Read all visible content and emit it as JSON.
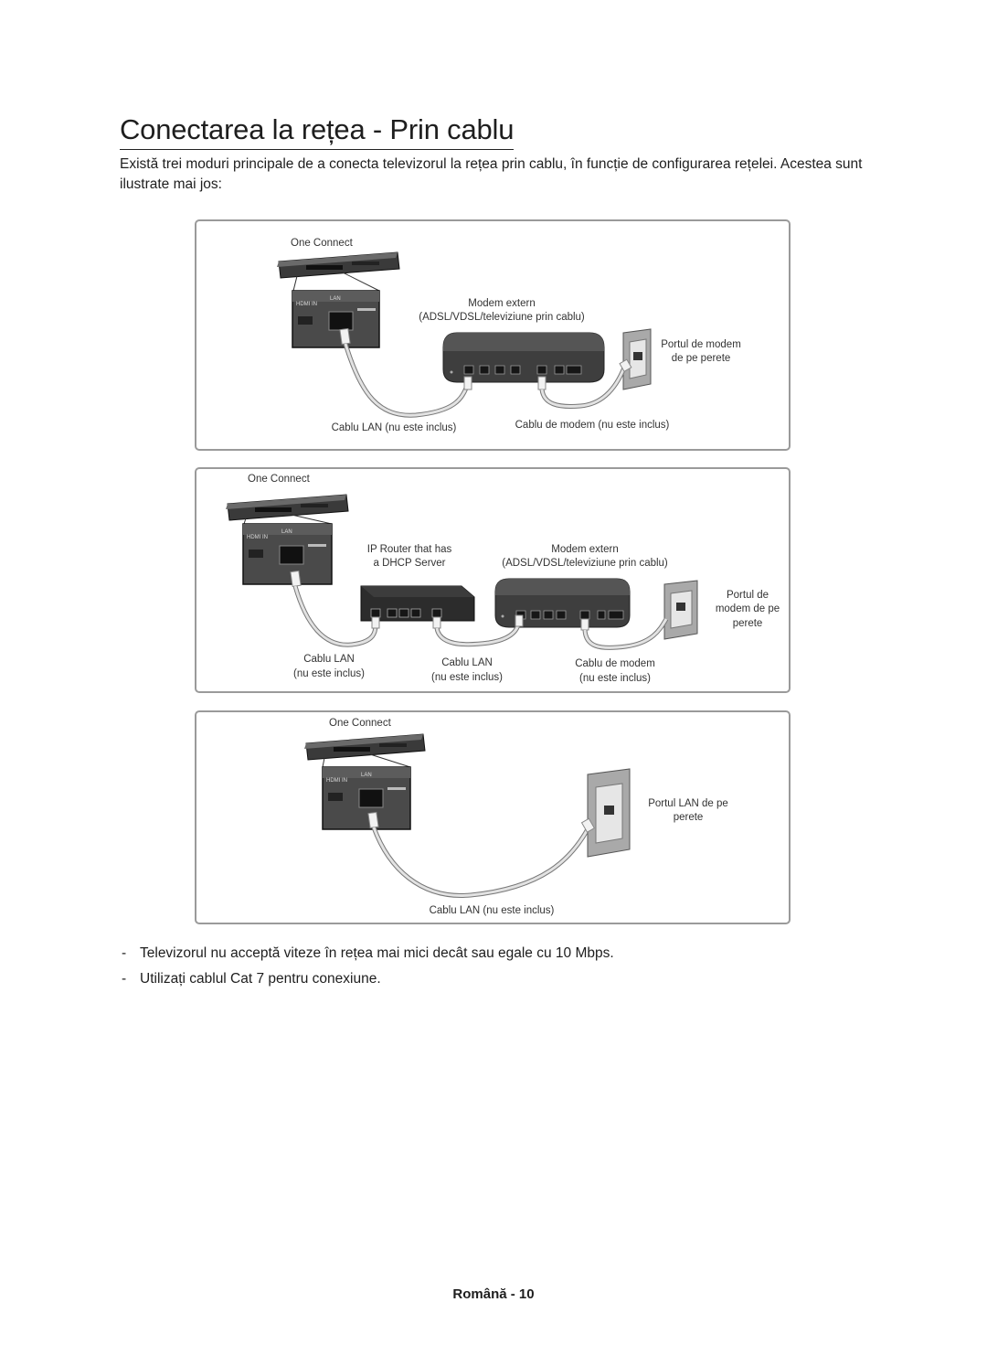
{
  "page": {
    "title": "Conectarea la rețea - Prin cablu",
    "intro": "Există trei moduri principale de a conecta televizorul la rețea prin cablu, în funcție de configurarea rețelei. Acestea sunt ilustrate mai jos:"
  },
  "diagram1": {
    "one_connect": "One Connect",
    "modem_line1": "Modem extern",
    "modem_line2": "(ADSL/VDSL/televiziune prin cablu)",
    "wall_line1": "Portul de modem",
    "wall_line2": "de pe perete",
    "lan_cable": "Cablu LAN (nu este inclus)",
    "modem_cable": "Cablu de modem (nu este inclus)"
  },
  "diagram2": {
    "one_connect": "One Connect",
    "router_line1": "IP Router that has",
    "router_line2": "a DHCP Server",
    "modem_line1": "Modem extern",
    "modem_line2": "(ADSL/VDSL/televiziune prin cablu)",
    "wall_line1": "Portul de",
    "wall_line2": "modem de pe",
    "wall_line3": "perete",
    "lan1_line1": "Cablu LAN",
    "lan1_line2": "(nu este inclus)",
    "lan2_line1": "Cablu LAN",
    "lan2_line2": "(nu este inclus)",
    "modem_cable_line1": "Cablu de modem",
    "modem_cable_line2": "(nu este inclus)"
  },
  "diagram3": {
    "one_connect": "One Connect",
    "wall_line1": "Portul LAN de pe",
    "wall_line2": "perete",
    "lan_cable": "Cablu LAN (nu este inclus)"
  },
  "device_text": {
    "hdmi_label": "HDMI IN",
    "lan_label": "LAN"
  },
  "notes": [
    "Televizorul nu acceptă viteze în rețea mai mici decât sau egale cu 10 Mbps.",
    "Utilizați cablul Cat 7 pentru conexiune."
  ],
  "bullet_dash": "-",
  "footer": "Română - 10"
}
